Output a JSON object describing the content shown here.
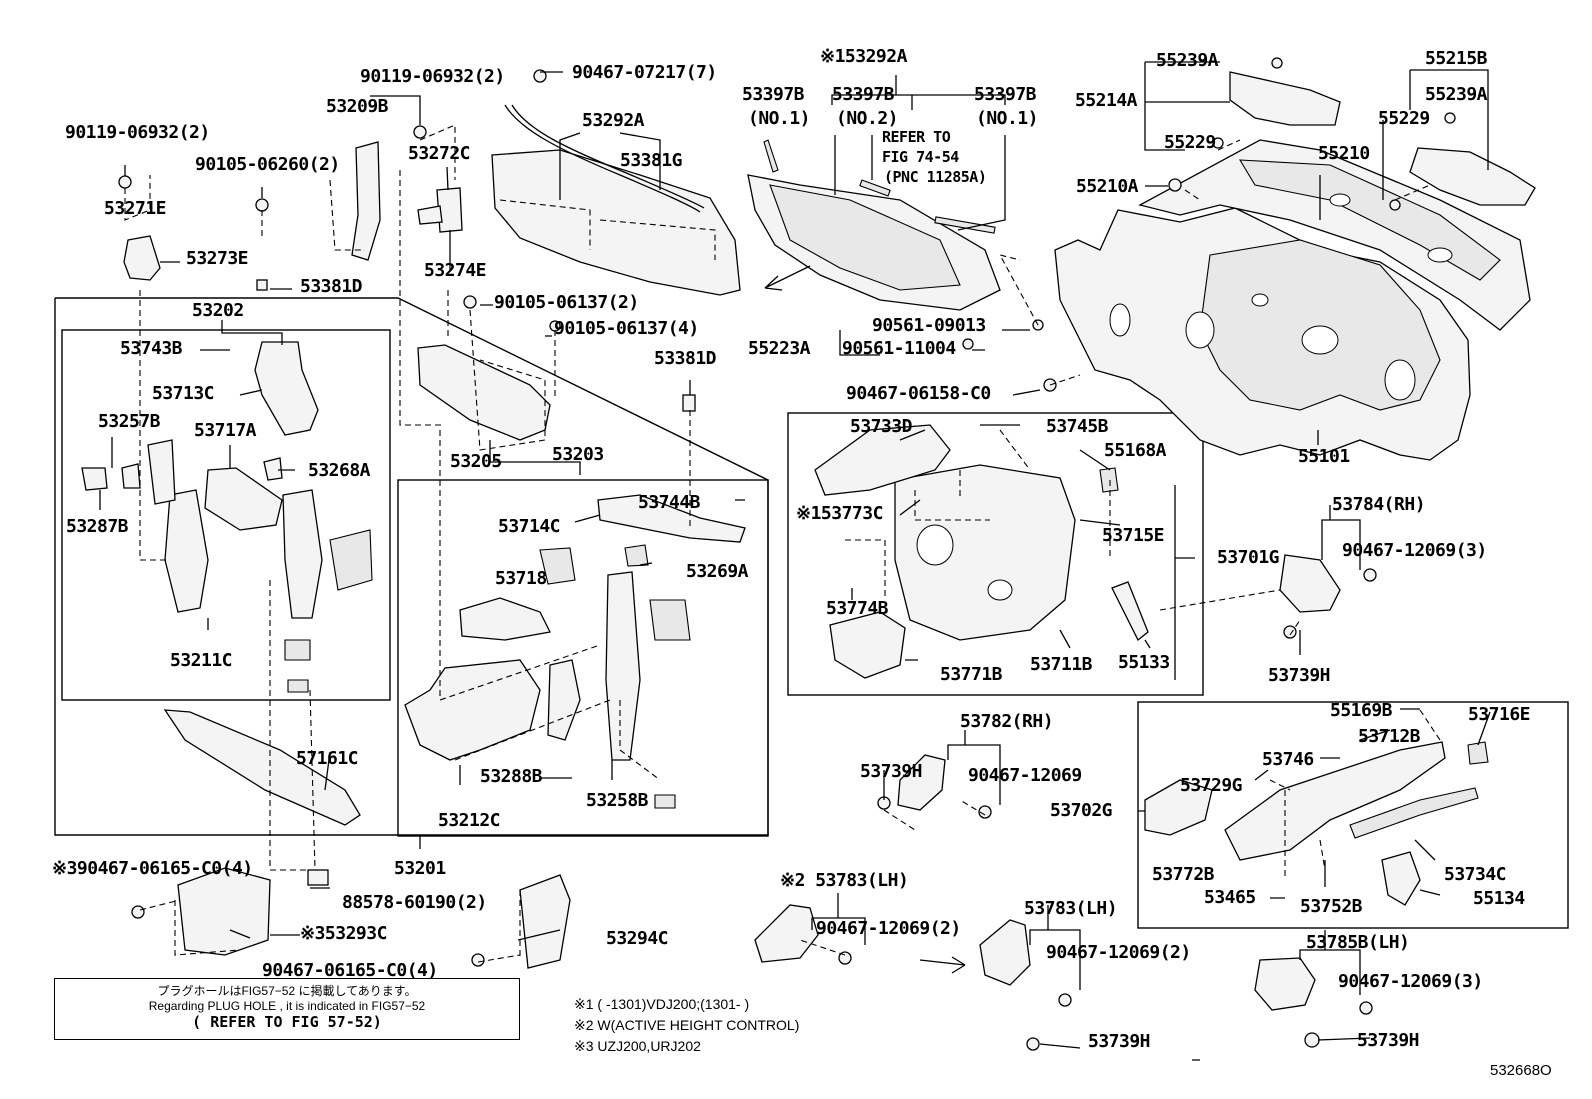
{
  "labels": {
    "p90119_06932_2a": "90119-06932(2)",
    "p90119_06932_2b": "90119-06932(2)",
    "p90467_07217_7": "90467-07217(7)",
    "p53209B": "53209B",
    "p90105_06260_2": "90105-06260(2)",
    "p53272C": "53272C",
    "p53271E": "53271E",
    "p53273E": "53273E",
    "p53274E": "53274E",
    "p53381D_a": "53381D",
    "p53292A": "53292A",
    "p53381G": "53381G",
    "p53292A_star": "※153292A",
    "p53397B_1": "53397B",
    "p53397B_no1": "(NO.1)",
    "p53397B_2": "53397B",
    "p53397B_no2": "(NO.2)",
    "p53397B_3": "53397B",
    "p53397B_no1b": "(NO.1)",
    "refer_to": "REFER TO",
    "fig_74_54": "FIG 74-54",
    "pnc_11285a": "(PNC 11285A)",
    "p55239A_a": "55239A",
    "p55214A": "55214A",
    "p55229_a": "55229",
    "p55215B": "55215B",
    "p55239A_b": "55239A",
    "p55229_b": "55229",
    "p55210": "55210",
    "p55210A": "55210A",
    "p53202": "53202",
    "p90105_06137_2": "90105-06137(2)",
    "p90105_06137_4": "90105-06137(4)",
    "p53743B": "53743B",
    "p53713C": "53713C",
    "p53257B": "53257B",
    "p53717A": "53717A",
    "p53268A": "53268A",
    "p53287B": "53287B",
    "p53211C": "53211C",
    "p53205": "53205",
    "p53203": "53203",
    "p53381D_b": "53381D",
    "p90561_09013": "90561-09013",
    "p55223A": "55223A",
    "p90561_11004": "90561-11004",
    "p90467_06158_C0": "90467-06158-C0",
    "p55101": "55101",
    "p53733D": "53733D",
    "p53745B": "53745B",
    "p55168A": "55168A",
    "p53773C": "※153773C",
    "p53715E": "53715E",
    "p53701G": "53701G",
    "p53784RH": "53784(RH)",
    "p90467_12069_3a": "90467-12069(3)",
    "p53744B": "53744B",
    "p53714C": "53714C",
    "p53718": "53718",
    "p53269A": "53269A",
    "p53774B": "53774B",
    "p53771B": "53771B",
    "p53711B": "53711B",
    "p55133": "55133",
    "p53739H_a": "53739H",
    "p57161C": "57161C",
    "p53288B": "53288B",
    "p53258B": "53258B",
    "p53212C": "53212C",
    "p53782RH": "53782(RH)",
    "p53739H_b": "53739H",
    "p90467_12069": "90467-12069",
    "p55169B": "55169B",
    "p53716E": "53716E",
    "p53712B": "53712B",
    "p53746": "53746",
    "p53729G": "53729G",
    "p53702G": "53702G",
    "p53201": "53201",
    "p90467_06165_C0_4a": "※390467-06165-C0(4)",
    "p88578_60190_2": "88578-60190(2)",
    "p53293C": "※353293C",
    "p53294C": "53294C",
    "p90467_06165_C0_4b": "90467-06165-C0(4)",
    "p53783LH_a": "※2 53783(LH)",
    "p90467_12069_2a": "90467-12069(2)",
    "p53783LH_b": "53783(LH)",
    "p90467_12069_2b": "90467-12069(2)",
    "p53739H_c": "53739H",
    "p53772B": "53772B",
    "p53465": "53465",
    "p53752B": "53752B",
    "p53734C": "53734C",
    "p55134": "55134",
    "p53785BLH": "53785B(LH)",
    "p90467_12069_3b": "90467-12069(3)",
    "p53739H_d": "53739H"
  },
  "notes": {
    "jp": "プラグホールはFIG57−52 に掲載してあります。",
    "en": "Regarding  PLUG HOLE , it is indicated in FIG57−52",
    "ref": "( REFER TO FIG 57-52)",
    "n1": "※1 (       -1301)VDJ200;(1301-        )",
    "n2": "※2 W(ACTIVE HEIGHT CONTROL)",
    "n3": "※3 UZJ200,URJ202",
    "code": "532668O"
  }
}
